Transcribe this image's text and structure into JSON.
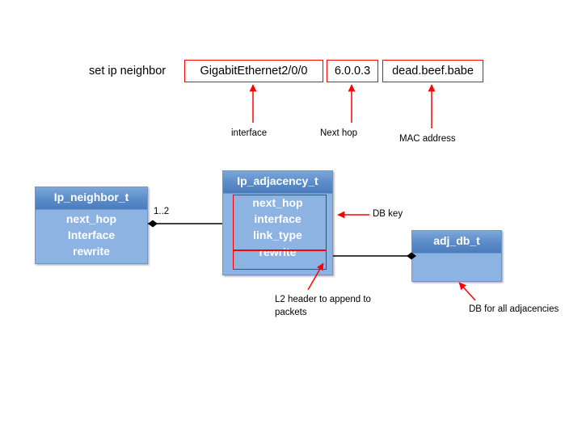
{
  "diagram": {
    "title": "IP neighbor / adjacency data structures",
    "background_color": "#ffffff",
    "accent_color": "#ff0000",
    "box_fill_color": "#8db3e2",
    "box_header_color": "#4a7cbd"
  },
  "command": {
    "label": "set ip neighbor",
    "fields": [
      {
        "key": "interface",
        "value": "GigabitEthernet2/0/0",
        "caption": "interface"
      },
      {
        "key": "next_hop",
        "value": "6.0.0.3",
        "caption": "Next hop"
      },
      {
        "key": "mac",
        "value": "dead.beef.babe",
        "caption": "MAC address"
      }
    ]
  },
  "classes": {
    "neighbor": {
      "title": "Ip_neighbor_t",
      "fields": [
        "next_hop",
        "Interface",
        "rewrite"
      ]
    },
    "adjacency": {
      "title": "Ip_adjacency_t",
      "fields": [
        "next_hop",
        "interface",
        "link_type",
        "rewrite"
      ],
      "key_fields": [
        "next_hop",
        "interface",
        "link_type"
      ],
      "rewrite_field": "rewrite"
    },
    "adj_db": {
      "title": "adj_db_t",
      "fields": []
    }
  },
  "relations": {
    "neighbor_to_adjacency_multiplicity": "1..2"
  },
  "callouts": {
    "db_key": "DB key",
    "l2_header": "L2 header to append to packets",
    "db_for_all": "DB for all adjacencies"
  }
}
